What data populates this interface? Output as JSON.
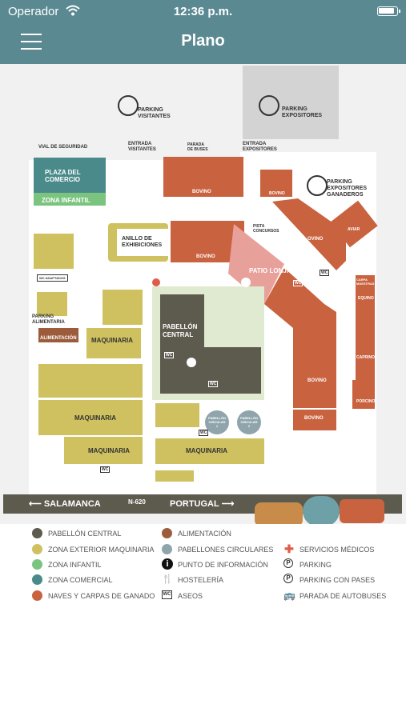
{
  "status_bar": {
    "carrier": "Operador",
    "time": "12:36 p.m."
  },
  "header": {
    "title": "Plano"
  },
  "map": {
    "labels": {
      "parking_visitantes": [
        "PARKING",
        "VISITANTES"
      ],
      "parking_expositores": [
        "PARKING",
        "EXPOSITORES"
      ],
      "entrada_visitantes": [
        "ENTRADA",
        "VISITANTES"
      ],
      "parada_buses": [
        "PARADA",
        "DE BUSES"
      ],
      "entrada_expositores": [
        "ENTRADA",
        "EXPOSITORES"
      ],
      "vial_seguridad": "VIAL DE SEGURIDAD",
      "plaza_comercio": [
        "PLAZA DEL",
        "COMERCIO"
      ],
      "zona_infantil": "ZONA INFANTIL",
      "parking_expositores_ganaderos": [
        "PARKING",
        "EXPOSITORES",
        "GANADEROS"
      ],
      "anillo_exhibiciones": [
        "ANILLO DE",
        "EXHIBICIONES"
      ],
      "pista_concursos": [
        "PISTA",
        "CONCURSOS"
      ],
      "patio_lonja": "PATIO LONJA",
      "ovino": "OVINO",
      "aviar": "AVIAR",
      "bovino": "BOVINO",
      "carpa_muestras": [
        "CARPA",
        "MUESTRAS"
      ],
      "equino": "EQUINO",
      "caprino": "CAPRINO",
      "porcino": "PORCINO",
      "wc_adaptados": "WC ADAPTADOS",
      "parking_alimentaria": [
        "PARKING",
        "ALIMENTARIA"
      ],
      "alimentacion": "ALIMENTACIÓN",
      "maquinaria": "MAQUINARIA",
      "pabellon_central": [
        "PABELLÓN",
        "CENTRAL"
      ],
      "pabellon_circular_1": [
        "PABELLÓN",
        "CIRCULAR",
        "1"
      ],
      "pabellon_circular_2": [
        "PABELLÓN",
        "CIRCULAR",
        "2"
      ],
      "wc": "WC"
    },
    "road": {
      "left": "SALAMANCA",
      "code": "N-620",
      "right": "PORTUGAL"
    }
  },
  "legend": [
    {
      "label": "PABELLÓN CENTRAL",
      "color": "#5d5a4e",
      "kind": "dot"
    },
    {
      "label": "ZONA EXTERIOR MAQUINARIA",
      "color": "#cfc160",
      "kind": "dot"
    },
    {
      "label": "ZONA INFANTIL",
      "color": "#7ac47f",
      "kind": "dot"
    },
    {
      "label": "ZONA COMERCIAL",
      "color": "#4a8a8a",
      "kind": "dot"
    },
    {
      "label": "NAVES Y CARPAS DE GANADO",
      "color": "#c9623f",
      "kind": "dot"
    },
    {
      "label": "ALIMENTACIÓN",
      "color": "#9c5c3c",
      "kind": "dot"
    },
    {
      "label": "PABELLONES CIRCULARES",
      "color": "#8fa5ab",
      "kind": "dot"
    },
    {
      "label": "PUNTO DE INFORMACIÓN",
      "icon": "info-icon",
      "kind": "icon"
    },
    {
      "label": "HOSTELERÍA",
      "icon": "cutlery-icon",
      "kind": "icon"
    },
    {
      "label": "ASEOS",
      "icon": "wc-icon",
      "kind": "icon"
    },
    {
      "label": "SERVICIOS MÉDICOS",
      "icon": "medical-cross-icon",
      "kind": "icon"
    },
    {
      "label": "PARKING",
      "icon": "parking-icon",
      "kind": "icon"
    },
    {
      "label": "PARKING CON PASES",
      "icon": "parking-pass-icon",
      "kind": "icon"
    },
    {
      "label": "PARADA DE AUTOBUSES",
      "icon": "bus-icon",
      "kind": "icon"
    }
  ]
}
